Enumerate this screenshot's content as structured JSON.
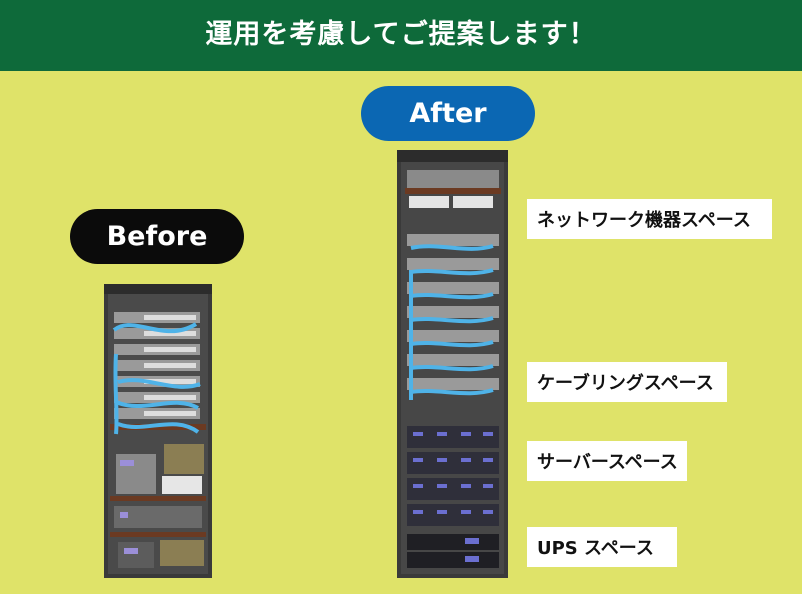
{
  "header": {
    "title": "運用を考慮してご提案します！"
  },
  "badges": {
    "before": "Before",
    "after": "After"
  },
  "labels": {
    "network": "ネットワーク機器スペース",
    "cabling": "ケーブリングスペース",
    "server": "サーバースペース",
    "ups": "UPS スペース"
  },
  "colors": {
    "background": "#dfe369",
    "header": "#0e6a3a",
    "before_badge": "#0b0b0b",
    "after_badge": "#0b67b3",
    "rack": "#3a3a3a",
    "cable": "#4fb3e8",
    "shelf": "#6b3a22"
  }
}
